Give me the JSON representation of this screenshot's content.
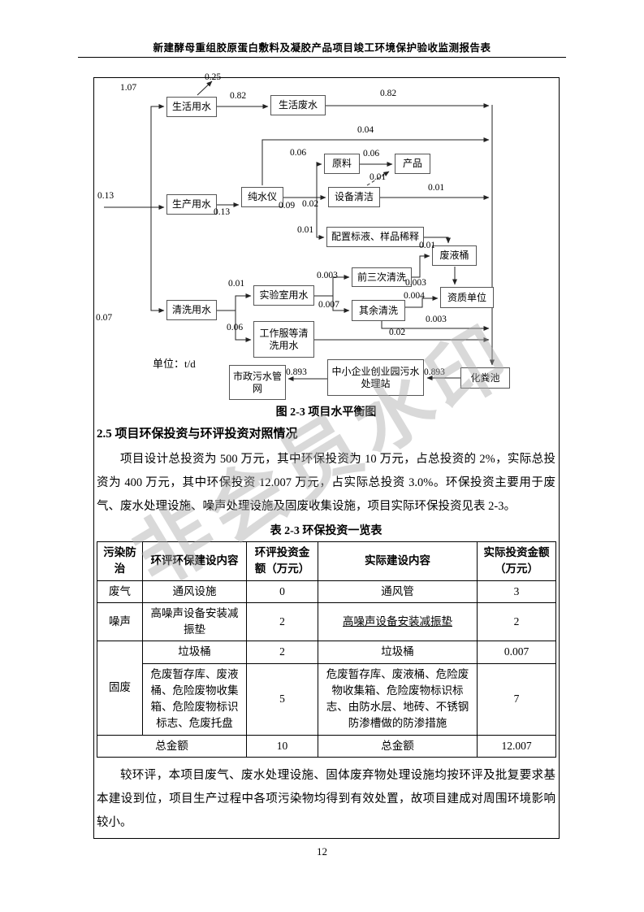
{
  "page": {
    "header_title": "新建酵母重组胶原蛋白敷料及凝胶产品项目竣工环境保护验收监测报告表",
    "page_number": "12",
    "watermark": "非会员水印"
  },
  "diagram": {
    "caption": "图 2-3  项目水平衡图",
    "unit_label": "单位：t/d",
    "nodes": [
      "生活用水",
      "生活废水",
      "生产用水",
      "纯水仪",
      "原料",
      "产品",
      "设备清洁",
      "配置标液、样品稀释",
      "清洗用水",
      "实验室用水",
      "前三次清洗",
      "其余清洗",
      "废液桶",
      "资质单位",
      "工作服等清洗用水",
      "市政污水管网",
      "中小企业创业园污水处理站",
      "化粪池"
    ],
    "flows": [
      "1.07",
      "0.25",
      "0.82",
      "0.82",
      "0.04",
      "0.06",
      "0.06",
      "0.01",
      "0.13",
      "0.13",
      "0.09",
      "0.02",
      "0.01",
      "0.01",
      "0.01",
      "0.01",
      "0.003",
      "0.007",
      "0.003",
      "0.004",
      "0.003",
      "0.06",
      "0.02",
      "0.07",
      "0.893",
      "0.893"
    ]
  },
  "section": {
    "heading": "2.5  项目环保投资与环评投资对照情况",
    "paragraph": "项目设计总投资为 500 万元，其中环保投资为 10 万元，占总投资的 2%，实际总投资为 400 万元，其中环保投资 12.007 万元，占实际总投资 3.0%。环保投资主要用于废气、废水处理设施、噪声处理设施及固废收集设施，项目实际环保投资见表 2-3。"
  },
  "table": {
    "caption": "表 2-3  环保投资一览表",
    "headers": [
      "污染防治",
      "环评环保建设内容",
      "环评投资金额（万元）",
      "实际建设内容",
      "实际投资金额（万元）"
    ],
    "rows": [
      {
        "category": "废气",
        "eia_content": "通风设施",
        "eia_amount": "0",
        "actual_content": "通风管",
        "actual_amount": "3"
      },
      {
        "category": "噪声",
        "eia_content": "高噪声设备安装减振垫",
        "eia_amount": "2",
        "actual_content": "高噪声设备安装减振垫",
        "actual_amount": "2"
      },
      {
        "category": "固废",
        "eia_content": "垃圾桶",
        "eia_amount": "2",
        "actual_content": "垃圾桶",
        "actual_amount": "0.007"
      },
      {
        "category": "固废",
        "eia_content": "危废暂存库、废液桶、危险废物收集箱、危险废物标识标志、危废托盘",
        "eia_amount": "5",
        "actual_content": "危废暂存库、废液桶、危险废物收集箱、危险废物标识标志、由防水层、地砖、不锈钢防渗槽做的防渗措施",
        "actual_amount": "7"
      }
    ],
    "total_row": {
      "label": "总金额",
      "eia_amount": "10",
      "actual_label": "总金额",
      "actual_amount": "12.007"
    }
  },
  "closing": {
    "paragraph": "较环评，本项目废气、废水处理设施、固体废弃物处理设施均按环评及批复要求基本建设到位，项目生产过程中各项污染物均得到有效处置，故项目建成对周围环境影响较小。"
  }
}
